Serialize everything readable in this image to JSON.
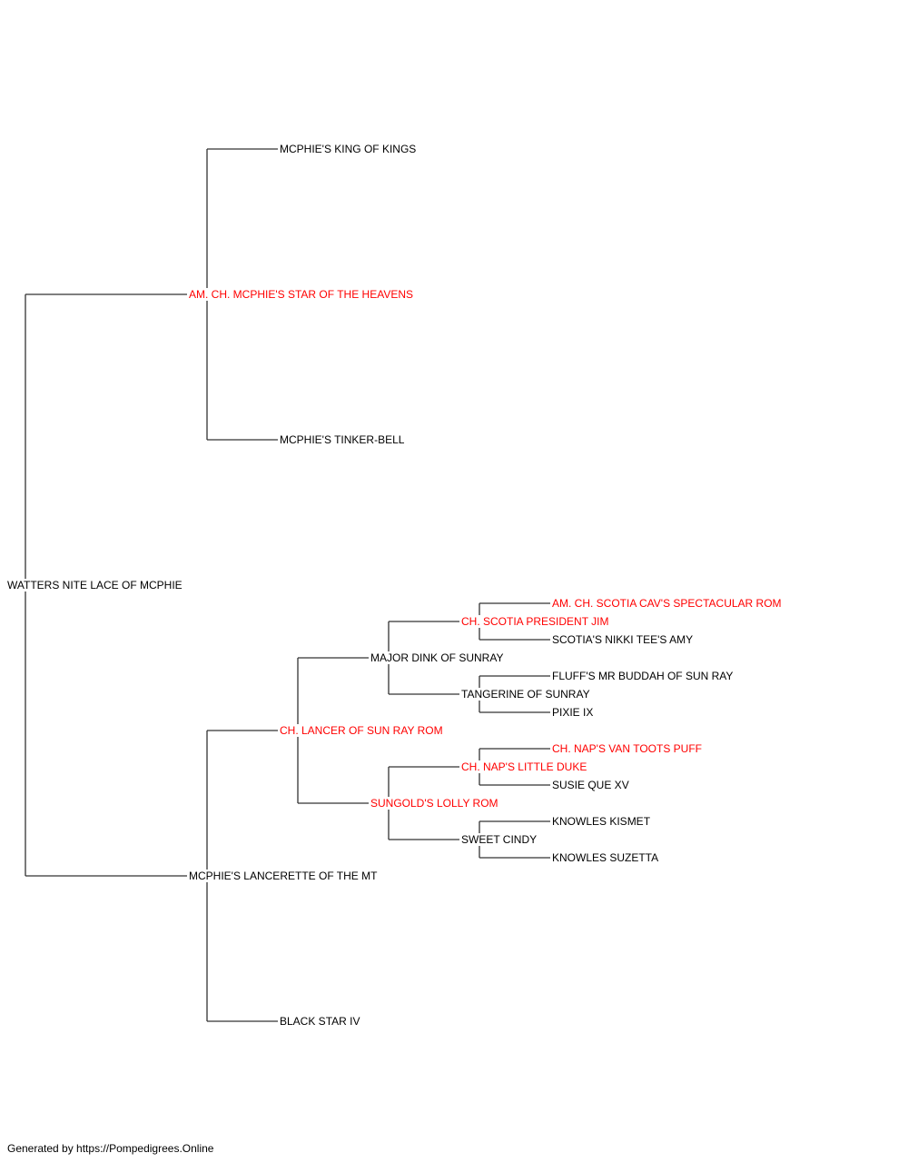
{
  "colors": {
    "line": "#333333",
    "normal": "#000000",
    "champion": "#ff0000"
  },
  "pedigree": {
    "subject": {
      "name": "WATTERS NITE LACE OF MCPHIE",
      "champion": false
    },
    "sire": {
      "name": "AM. CH. MCPHIE'S STAR OF THE HEAVENS",
      "champion": true
    },
    "sire_sire": {
      "name": "MCPHIE'S KING OF KINGS",
      "champion": false
    },
    "sire_dam": {
      "name": "MCPHIE'S TINKER-BELL",
      "champion": false
    },
    "dam": {
      "name": "MCPHIE'S LANCERETTE OF THE MT",
      "champion": false
    },
    "dam_sire": {
      "name": "CH. LANCER OF SUN RAY ROM",
      "champion": true
    },
    "dam_dam": {
      "name": "BLACK STAR IV",
      "champion": false
    },
    "dam_sire_sire": {
      "name": "MAJOR DINK OF SUNRAY",
      "champion": false
    },
    "dam_sire_dam": {
      "name": "SUNGOLD'S LOLLY ROM",
      "champion": true
    },
    "dss_sire": {
      "name": "CH. SCOTIA PRESIDENT JIM",
      "champion": true
    },
    "dss_dam": {
      "name": "TANGERINE OF SUNRAY",
      "champion": false
    },
    "dsd_sire": {
      "name": "CH. NAP'S LITTLE DUKE",
      "champion": true
    },
    "dsd_dam": {
      "name": "SWEET CINDY",
      "champion": false
    },
    "dsss_sire": {
      "name": "AM. CH. SCOTIA CAV'S SPECTACULAR ROM",
      "champion": true
    },
    "dsss_dam": {
      "name": "SCOTIA'S NIKKI TEE'S AMY",
      "champion": false
    },
    "dssd_sire": {
      "name": "FLUFF'S MR BUDDAH OF SUN RAY",
      "champion": false
    },
    "dssd_dam": {
      "name": "PIXIE IX",
      "champion": false
    },
    "dsds_sire": {
      "name": "CH. NAP'S VAN TOOTS PUFF",
      "champion": true
    },
    "dsds_dam": {
      "name": "SUSIE QUE XV",
      "champion": false
    },
    "dsdd_sire": {
      "name": "KNOWLES KISMET",
      "champion": false
    },
    "dsdd_dam": {
      "name": "KNOWLES SUZETTA",
      "champion": false
    }
  },
  "footer": "Generated by https://Pompedigrees.Online"
}
